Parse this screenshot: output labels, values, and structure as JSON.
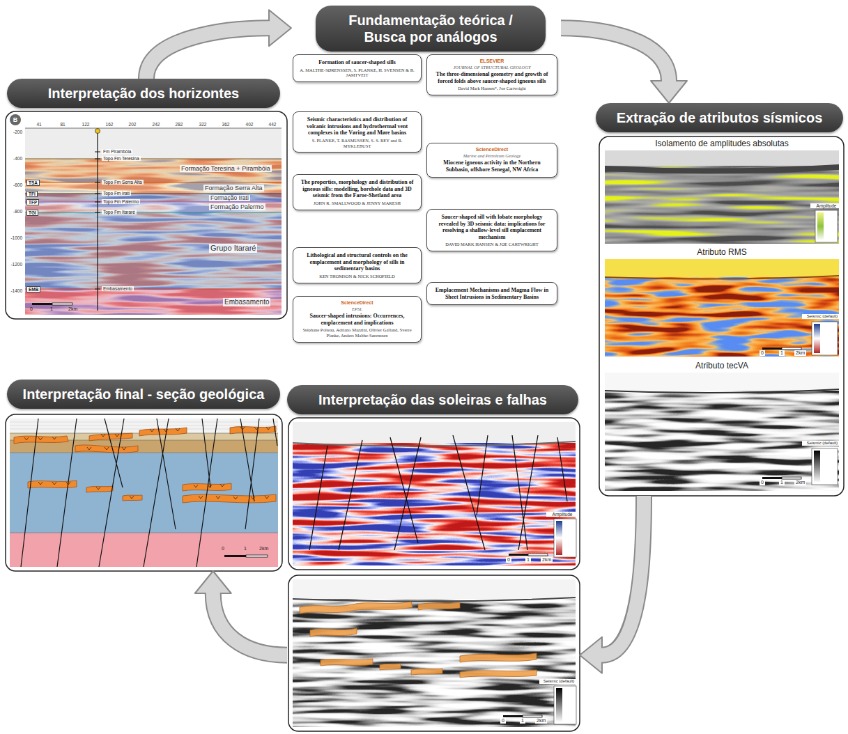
{
  "diagram": {
    "nodes": [
      {
        "text": [
          "Fundamentação teórica / Busca por análogos"
        ]
      },
      {
        "text": [
          "Formation of saucer-shaped sills",
          "A. MALTHE-SØRENSSEN, S. PLANKE, H. SVENSEN & B. JAMTVEIT"
        ],
        "in": 0
      },
      {
        "text": [
          "ELSEVIER",
          "JOURNAL OF STRUCTURAL GEOLOGY",
          "The three-dimensional geometry and growth of forced folds above saucer-shaped igneous sills",
          "David Mark Hansen*, Joe Cartwright"
        ],
        "in": 0
      },
      {
        "text": [
          "Seismic characteristics and distribution of volcanic intrusions and hydrothermal vent complexes in the Vøring and Møre basins",
          "S. PLANKE, T. RASMUSSEN, S. S. REY and R. MYKLEBUST"
        ],
        "in": 0
      },
      {
        "text": [
          "ScienceDirect",
          "Marine and Petroleum Geology",
          "Miocene igneous activity in the Northern Subbasin, offshore Senegal, NW Africa"
        ],
        "in": 0
      },
      {
        "text": [
          "The properties, morphology and distribution of igneous sills: modelling, borehole data and 3D seismic from the Faroe-Shetland area",
          "JOHN R. SMALLWOOD & JENNY MARESH"
        ],
        "in": 0
      },
      {
        "text": [
          "Saucer-shaped sill with lobate morphology revealed by 3D seismic data: implications for resolving a shallow-level sill emplacement mechanism",
          "DAVID MARK HANSEN & JOE CARTWRIGHT"
        ],
        "in": 0
      },
      {
        "text": [
          "Lithological and structural controls on the emplacement and morphology of sills in sedimentary basins",
          "KEN THOMSON & NICK SCHOFIELD"
        ],
        "in": 0
      },
      {
        "text": [
          "Emplacement Mechanisms and Magma Flow in Sheet Intrusions in Sedimentary Basins"
        ],
        "in": 0
      },
      {
        "text": [
          "ScienceDirect",
          "EPSL",
          "Saucer-shaped intrusions: Occurrences, emplacement and implications",
          "Stéphane Polteau, Adriano Mazzini, Olivier Galland, Sverre Planke, Anders Malthe-Sørenssen"
        ],
        "in": 0
      },
      {
        "text": [
          "Interpretação dos horizontes"
        ]
      },
      {
        "text": [
          "Extração de atributos sísmicos"
        ]
      },
      {
        "text": [
          "Interpretação final - seção geológica"
        ]
      },
      {
        "text": [
          "Interpretação das soleiras e falhas"
        ]
      }
    ],
    "edges": [
      {
        "from": 10,
        "to": 0,
        "arrow": "to"
      },
      {
        "from": 0,
        "to": 11,
        "arrow": "to"
      },
      {
        "from": 11,
        "to": 13,
        "arrow": "to"
      },
      {
        "from": 13,
        "to": 12,
        "arrow": "to"
      }
    ],
    "labels": [
      "B",
      "41",
      "81",
      "122",
      "162",
      "202",
      "242",
      "282",
      "322",
      "362",
      "402",
      "442",
      "Fm Pirambóia",
      "Topo Fm Teresina",
      "Topo Fm Serra Alta",
      "Topo Fm Irati",
      "Topo Fm Palermo",
      "Topo Fm Itararé",
      "Embasamento",
      "Formação Teresina + Pirambóia",
      "Formação Serra Alta",
      "Formação Irati",
      "Formação Palermo",
      "Grupo Itararé",
      "Embasamento",
      "TSA",
      "TFI",
      "TFP",
      "TGI",
      "EMB",
      "-200",
      "-400",
      "-600",
      "-800",
      "-1000",
      "-1200",
      "-1400",
      "0",
      "1",
      "2km",
      "Isolamento de amplitudes absolutas",
      "Amplitude",
      "Atributo RMS",
      "Seismic (default)",
      "0",
      "1",
      "2km",
      "Atributo tecVA",
      "Seismic (default)",
      "0",
      "1",
      "2km",
      "Amplitude",
      "0",
      "1",
      "2km",
      "Seismic (default)",
      "0",
      "1",
      "2km",
      "0",
      "1",
      "2km"
    ]
  }
}
